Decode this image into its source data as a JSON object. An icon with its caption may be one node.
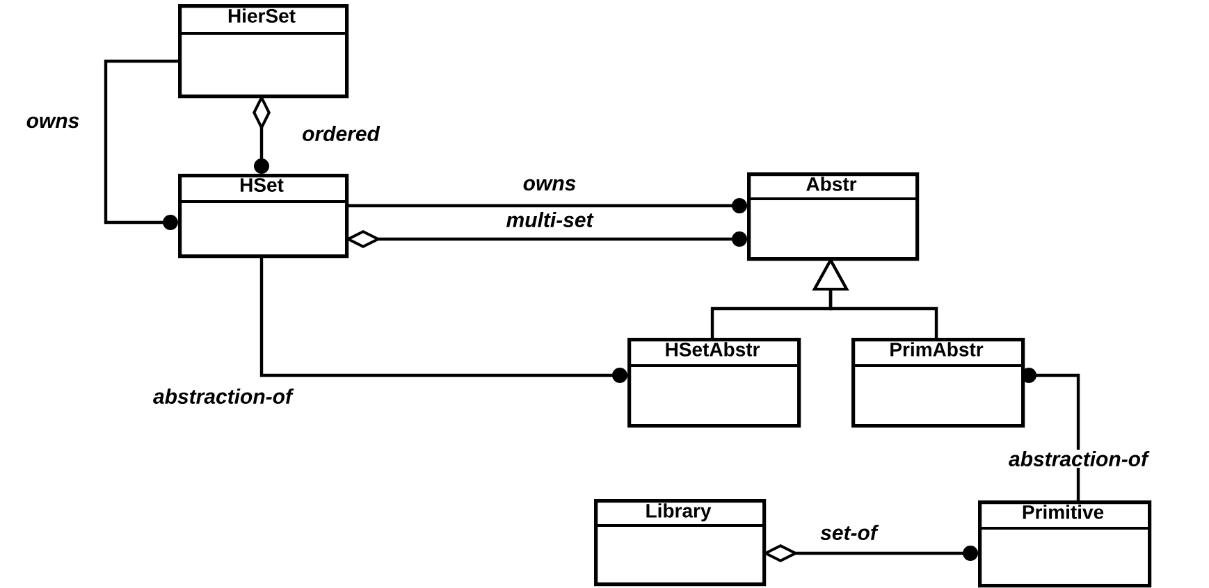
{
  "diagram": {
    "nodes": [
      {
        "text": [
          "HierSet"
        ]
      },
      {
        "text": [
          "HSet"
        ]
      },
      {
        "text": [
          "Abstr"
        ]
      },
      {
        "text": [
          "HSetAbstr"
        ]
      },
      {
        "text": [
          "PrimAbstr"
        ]
      },
      {
        "text": [
          "Library"
        ]
      },
      {
        "text": [
          "Primitive"
        ]
      }
    ],
    "edges": [
      {
        "from": 0,
        "to": 1,
        "arrow": "other",
        "label": "owns"
      },
      {
        "from": 0,
        "to": 1,
        "arrow": "other",
        "label": "ordered"
      },
      {
        "from": 1,
        "to": 2,
        "arrow": "other",
        "label": "owns"
      },
      {
        "from": 1,
        "to": 2,
        "arrow": "other",
        "label": "multi-set"
      },
      {
        "from": 1,
        "to": 3,
        "arrow": "other",
        "label": "abstraction-of"
      },
      {
        "from": 3,
        "to": 2,
        "arrow": "to"
      },
      {
        "from": 4,
        "to": 2,
        "arrow": "to"
      },
      {
        "from": 4,
        "to": 6,
        "arrow": "other",
        "label": "abstraction-of"
      },
      {
        "from": 5,
        "to": 6,
        "arrow": "other",
        "label": "set-of"
      }
    ]
  }
}
